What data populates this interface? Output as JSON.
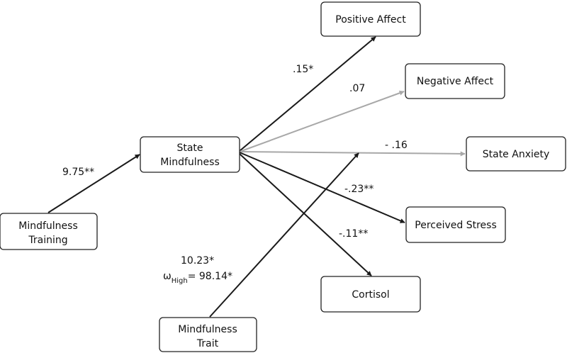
{
  "nodes": {
    "training": {
      "line1": "Mindfulness",
      "line2": "Training"
    },
    "state": {
      "line1": "State",
      "line2": "Mindfulness"
    },
    "trait": {
      "line1": "Mindfulness",
      "line2": "Trait"
    },
    "positive_affect": {
      "label": "Positive Affect"
    },
    "negative_affect": {
      "label": "Negative Affect"
    },
    "state_anxiety": {
      "label": "State Anxiety"
    },
    "perceived_stress": {
      "label": "Perceived Stress"
    },
    "cortisol": {
      "label": "Cortisol"
    }
  },
  "paths": {
    "training_to_state": "9.75**",
    "state_to_positive": ".15*",
    "state_to_negative": ".07",
    "state_to_anxiety": "- .16",
    "state_to_stress": "-.23**",
    "state_to_cortisol": "-.11**",
    "trait_interaction": "10.23*",
    "omega_symbol": "ω",
    "omega_subscript": "High",
    "omega_value": "= 98.14*"
  },
  "colors": {
    "significant_path": "#1a1a1a",
    "nonsignificant_path": "#a8a8a8"
  }
}
